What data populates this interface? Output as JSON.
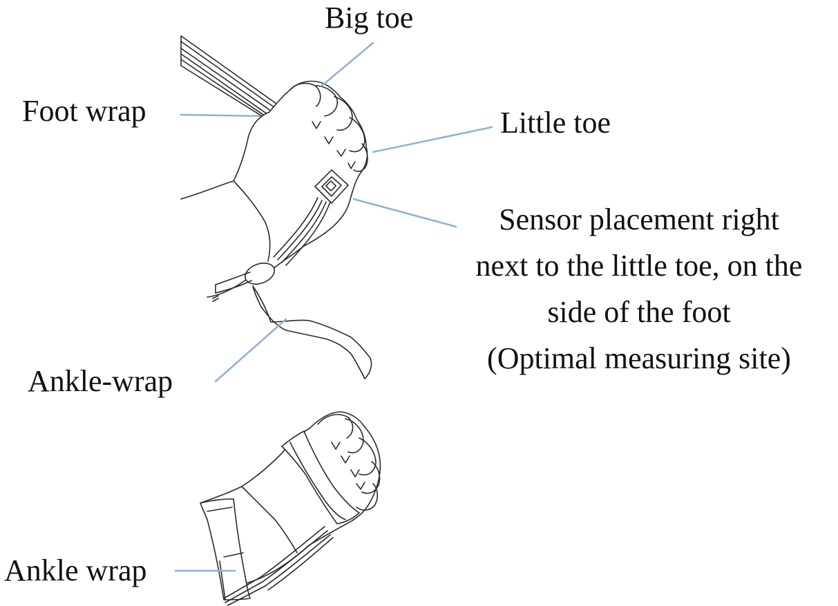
{
  "colors": {
    "leader_line": "#8fb2d9",
    "outline": "#2a2a2a",
    "text": "#111111",
    "background": "#ffffff"
  },
  "labels": {
    "big_toe": "Big toe",
    "foot_wrap": "Foot wrap",
    "little_toe": "Little toe",
    "sensor_line1": "Sensor placement right",
    "sensor_line2": "next to the little toe, on the",
    "sensor_line3": "side of the foot",
    "sensor_line4": "(Optimal measuring site)",
    "ankle_wrap_hyphen": "Ankle-wrap",
    "ankle_wrap": "Ankle wrap"
  }
}
